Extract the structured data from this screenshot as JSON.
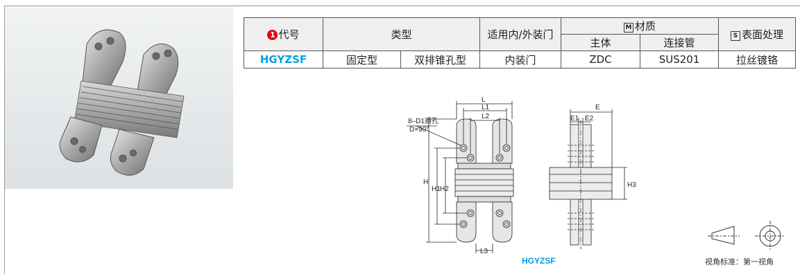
{
  "table": {
    "headers": {
      "code_badge": "1",
      "code": "代号",
      "type": "类型",
      "door": "适用内/外装门",
      "material_badge": "M",
      "material": "材质",
      "material_main": "主体",
      "material_pipe": "连接管",
      "surface_badge": "S",
      "surface": "表面处理"
    },
    "row": {
      "code": "HGYZSF",
      "type1": "固定型",
      "type2": "双排锥孔型",
      "door": "内装门",
      "main": "ZDC",
      "pipe": "SUS201",
      "surface": "拉丝镀铬"
    }
  },
  "drawing": {
    "hole_note_1": "8–D1通孔",
    "hole_note_2": "D×90°",
    "dims": {
      "L": "L",
      "L1": "L1",
      "L2": "L2",
      "L3": "L3",
      "H": "H",
      "H1": "H1",
      "H2": "H2",
      "H3": "H3",
      "E": "E",
      "E1": "E1",
      "E2": "E2"
    },
    "caption": "HGYZSF"
  },
  "projection": {
    "label": "视角标准：第一视角"
  },
  "colors": {
    "accent": "#00a0e9",
    "badge_red": "#e60012"
  }
}
